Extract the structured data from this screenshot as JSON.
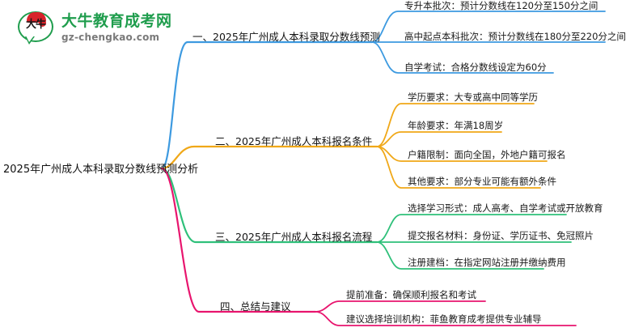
{
  "logo": {
    "mark_text": "大牛",
    "title": "大牛教育成考网",
    "subtitle": "gz-chengkao.com"
  },
  "mindmap": {
    "root": {
      "label": "2025年广州成人本科录取分数线预测分析"
    },
    "branches": [
      {
        "label": "一、2025年广州成人本科录取分数线预测",
        "color": "#3d9ae0",
        "leaves": [
          "专升本批次：预计分数线在120分至150分之间",
          "高中起点本科批次：预计分数线在180分至220分之间",
          "自学考试：合格分数线设定为60分"
        ]
      },
      {
        "label": "二、2025年广州成人本科报名条件",
        "color": "#f0a818",
        "leaves": [
          "学历要求：大专或高中同等学历",
          "年龄要求：年满18周岁",
          "户籍限制：面向全国，外地户籍可报名",
          "其他要求：部分专业可能有额外条件"
        ]
      },
      {
        "label": "三、2025年广州成人本科报名流程",
        "color": "#2fc07a",
        "leaves": [
          "选择学习形式：成人高考、自学考试或开放教育",
          "提交报名材料：身份证、学历证书、免冠照片",
          "注册建档：在指定网站注册并缴纳费用"
        ]
      },
      {
        "label": "四、总结与建议",
        "color": "#e8156e",
        "leaves": [
          "提前准备：确保顺利报名和考试",
          "建议选择培训机构：菲鱼教育成考提供专业辅导"
        ]
      }
    ]
  }
}
